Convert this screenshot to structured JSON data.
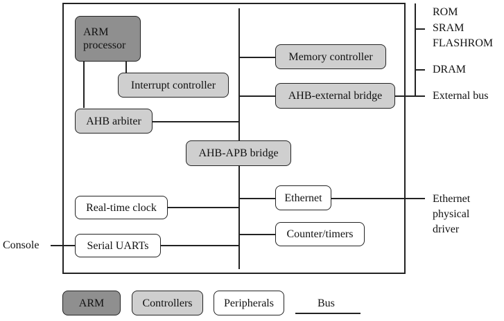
{
  "blocks": {
    "arm_processor": "ARM\nprocessor",
    "interrupt_controller": "Interrupt controller",
    "ahb_arbiter": "AHB arbiter",
    "memory_controller": "Memory controller",
    "ahb_external_bridge": "AHB-external bridge",
    "ahb_apb_bridge": "AHB-APB bridge",
    "real_time_clock": "Real-time clock",
    "serial_uarts": "Serial UARTs",
    "ethernet": "Ethernet",
    "counter_timers": "Counter/timers"
  },
  "external": {
    "rom": "ROM",
    "sram": "SRAM",
    "flashrom": "FLASHROM",
    "dram": "DRAM",
    "external_bus": "External bus",
    "ethernet_driver": "Ethernet\nphysical\ndriver",
    "console": "Console"
  },
  "legend": {
    "arm": "ARM",
    "controllers": "Controllers",
    "peripherals": "Peripherals",
    "bus": "Bus"
  },
  "colors": {
    "arm": "#8f8f8f",
    "controllers": "#cfcfcf",
    "peripherals": "#ffffff"
  }
}
